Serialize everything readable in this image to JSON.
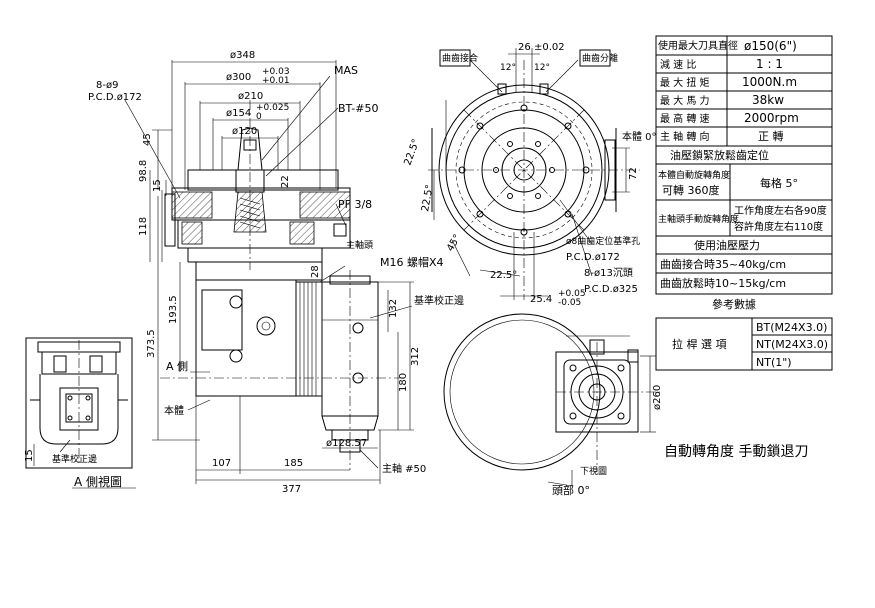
{
  "spec_table": {
    "rows": [
      {
        "label": "使用最大刀具直徑",
        "value": "ø150(6\")"
      },
      {
        "label": "減 速 比",
        "value": "1 : 1"
      },
      {
        "label": "最 大 扭 矩",
        "value": "1000N.m"
      },
      {
        "label": "最 大 馬 力",
        "value": "38kw"
      },
      {
        "label": "最 高 轉 速",
        "value": "2000rpm"
      },
      {
        "label": "主 軸 轉 向",
        "value": "正 轉"
      }
    ],
    "section_title": "油壓鎖緊放鬆齒定位",
    "auto_label_1": "本體自動旋轉角度",
    "auto_label_2": "可轉 360度",
    "auto_value": "每格 5°",
    "manual_label": "主軸頭手動旋轉角度",
    "manual_value_1": "工作角度左右各90度",
    "manual_value_2": "容許角度左右110度",
    "pressure_title": "使用油壓壓力",
    "pressure_1": "曲齒接合時35~40kg/cm",
    "pressure_2": "曲齒放鬆時10~15kg/cm"
  },
  "reference": {
    "title": "參考數據",
    "label": "拉 桿 選 項",
    "options": [
      "BT(M24X3.0)",
      "NT(M24X3.0)",
      "NT(1\")"
    ]
  },
  "caption": "自動轉角度 手動鎖退刀",
  "left_view": {
    "dims": {
      "d348": "ø348",
      "d300": "ø300",
      "d300_tol_up": "+0.03",
      "d300_tol_dn": "+0.01",
      "d210": "ø210",
      "d154": "ø154",
      "d154_tol_up": "+0.025",
      "d154_tol_dn": "0",
      "d120": "ø120",
      "holes": "8-ø9",
      "pcd": "P.C.D.ø172",
      "mas": "MAS",
      "bt": "BT-#50",
      "pf": "PF 3/8",
      "v45": "45",
      "v98": "98.8",
      "v15": "15",
      "v118": "118",
      "v22": "22",
      "v28": "28",
      "v193": "193.5",
      "v373": "373.5",
      "v132": "132",
      "v312": "312",
      "v180": "180",
      "h107": "107",
      "h185": "185",
      "h377": "377",
      "d128": "ø128.57",
      "m16": "M16 螺帽X4",
      "main_shaft": "主軸頭",
      "ref_face": "基準校正邊",
      "a_side": "A 側",
      "body": "本體",
      "spindle": "主軸 #50"
    }
  },
  "top_view": {
    "dims": {
      "d26": "26",
      "tol002": "±0.02",
      "a12a": "12°",
      "a12b": "12°",
      "gear_join": "曲齒接合",
      "gear_sep": "曲齒分離",
      "body0": "本體 0°",
      "a225a": "22.5°",
      "a225b": "22.5°",
      "a225c": "22.5°",
      "a45": "45°",
      "v72": "72",
      "ref_hole": "ø8曲齒定位基準孔",
      "pcd172": "P.C.D.ø172",
      "holes13": "8-ø13沉頭",
      "pcd325": "P.C.D.ø325",
      "v254": "25.4",
      "tol254_up": "+0.05",
      "tol254_dn": "-0.05"
    }
  },
  "bottom_view": {
    "d260": "ø260",
    "view_label": "下視圖",
    "head0": "頭部 0°"
  },
  "side_view": {
    "title": "A 側視圖",
    "v15": "15",
    "ref_face": "基準校正邊"
  }
}
